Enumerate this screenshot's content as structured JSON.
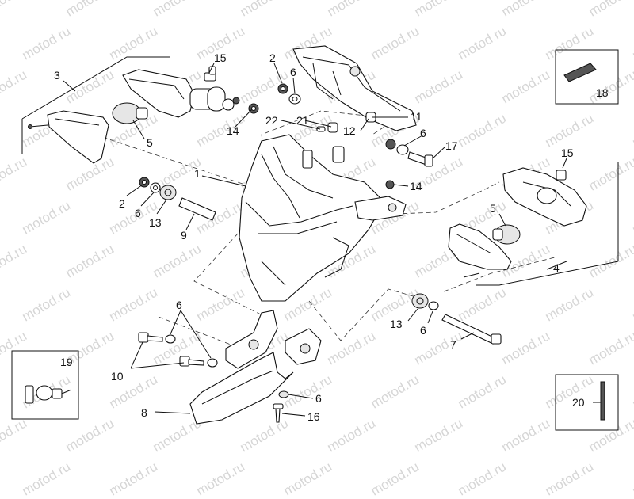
{
  "watermark": "motod.ru",
  "labels": {
    "p1": "1",
    "p2a": "2",
    "p2b": "2",
    "p3": "3",
    "p4": "4",
    "p5a": "5",
    "p5b": "5",
    "p6a": "6",
    "p6b": "6",
    "p6c": "6",
    "p6d": "6",
    "p6e": "6",
    "p6f": "6",
    "p7": "7",
    "p8": "8",
    "p9": "9",
    "p10": "10",
    "p11": "11",
    "p12": "12",
    "p13a": "13",
    "p13b": "13",
    "p14a": "14",
    "p14b": "14",
    "p15a": "15",
    "p15b": "15",
    "p16": "16",
    "p17": "17",
    "p18": "18",
    "p19": "19",
    "p20": "20",
    "p21": "21",
    "p22": "22"
  }
}
